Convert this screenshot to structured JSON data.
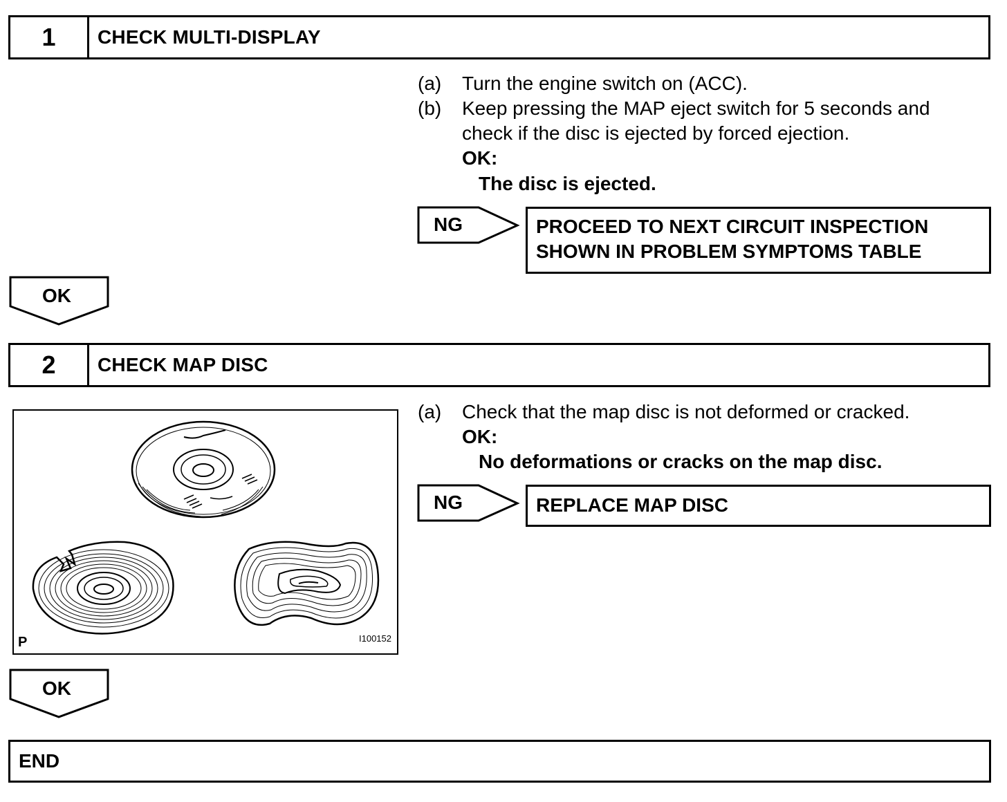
{
  "step1": {
    "number": "1",
    "title": "CHECK MULTI-DISPLAY",
    "items": [
      {
        "label": "(a)",
        "lines": [
          "Turn the engine switch on (ACC)."
        ]
      },
      {
        "label": "(b)",
        "lines": [
          "Keep pressing the MAP eject switch for 5 seconds and",
          "check if the disc is ejected by forced ejection."
        ]
      }
    ],
    "ok_label": "OK:",
    "ok_text": "The disc is ejected.",
    "ng_label": "NG",
    "ng_result": [
      "PROCEED TO NEXT CIRCUIT INSPECTION",
      "SHOWN IN PROBLEM SYMPTOMS TABLE"
    ],
    "ok_arrow": "OK"
  },
  "step2": {
    "number": "2",
    "title": "CHECK MAP DISC",
    "items": [
      {
        "label": "(a)",
        "lines": [
          "Check that the map disc is not deformed or cracked."
        ]
      }
    ],
    "ok_label": "OK:",
    "ok_text": "No deformations or cracks on the map disc.",
    "ng_label": "NG",
    "ng_result": [
      "REPLACE MAP DISC"
    ],
    "ok_arrow": "OK",
    "figure": {
      "corner_label": "P",
      "code": "I100152"
    }
  },
  "end_label": "END"
}
